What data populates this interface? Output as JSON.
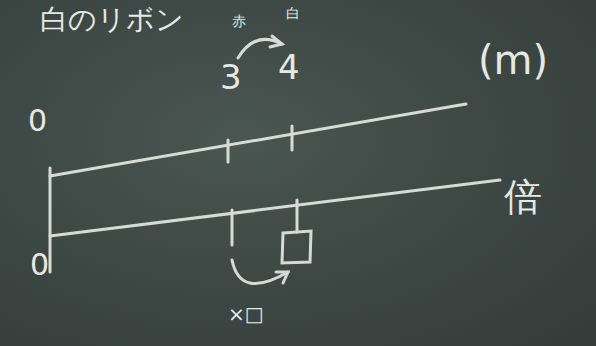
{
  "diagram": {
    "labels": [
      "白のリボン",
      "赤",
      "3",
      "白",
      "4",
      "(m)",
      "0",
      "0",
      "倍",
      "×□"
    ]
  }
}
